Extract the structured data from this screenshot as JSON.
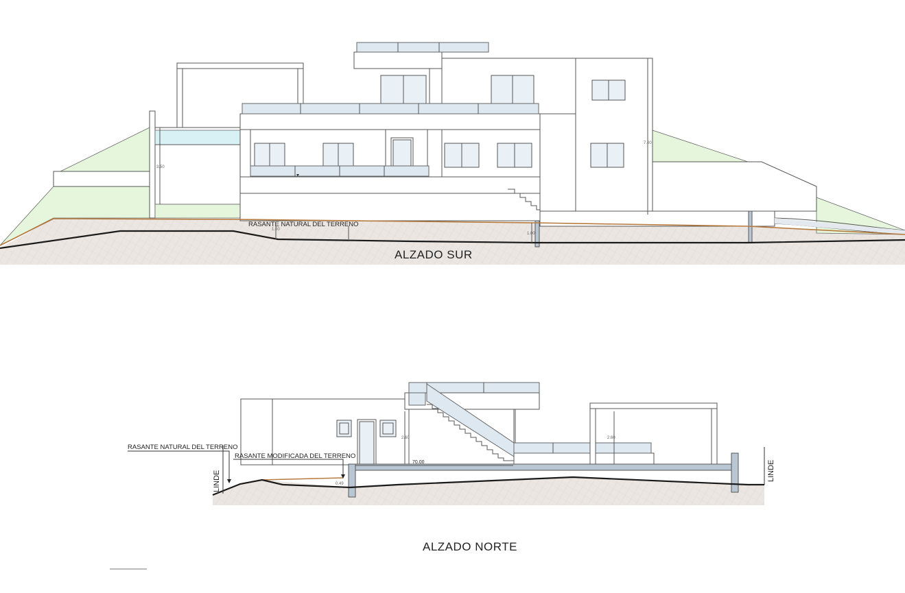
{
  "south_elevation": {
    "title": "ALZADO SUR",
    "terrain_label": "RASANTE NATURAL DEL TERRENO",
    "dimensions": [
      "3.50",
      "7.00",
      "1.00",
      "1.00"
    ]
  },
  "north_elevation": {
    "title": "ALZADO NORTE",
    "natural_terrain_label": "RASANTE NATURAL DEL TERRENO",
    "modified_terrain_label": "RASANTE MODIFICADA DEL TERRENO",
    "dimension_length": "70.00",
    "dimensions": [
      "2.60",
      "2.60",
      "0.49"
    ],
    "boundary_left": "LINDE",
    "boundary_right": "LINDE"
  },
  "colors": {
    "ground_hatch": "#e9e4e0",
    "natural_terrain_line": "#b77a3d",
    "modified_terrain_line": "#1a1a1a",
    "slope_green": "#e6f6dc",
    "glass": "#dde8f0",
    "slab": "#b9c6d4"
  }
}
